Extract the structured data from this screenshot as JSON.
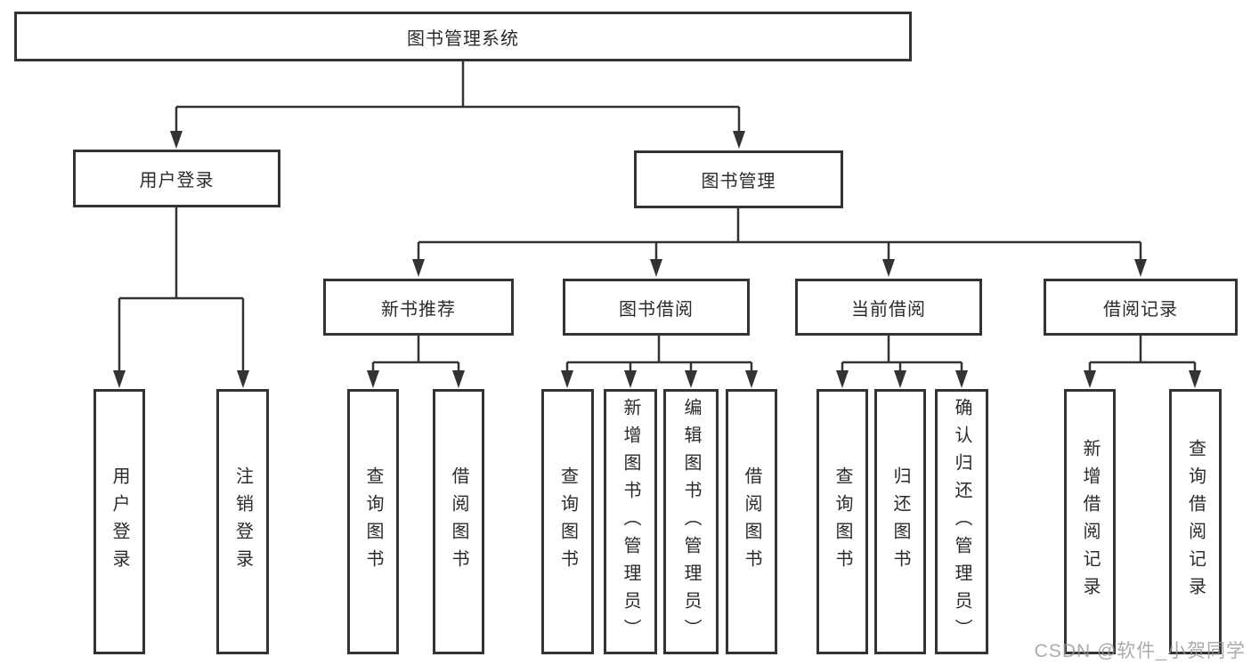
{
  "root": {
    "label": "图书管理系统"
  },
  "branches": [
    {
      "label": "用户登录",
      "children": [
        "用户登录",
        "注销登录"
      ]
    },
    {
      "label": "图书管理"
    }
  ],
  "modules": [
    {
      "label": "新书推荐",
      "children": [
        "查询图书",
        "借阅图书"
      ]
    },
    {
      "label": "图书借阅",
      "children": [
        "查询图书",
        "新增图书（管理员）",
        "编辑图书（管理员）",
        "借阅图书"
      ]
    },
    {
      "label": "当前借阅",
      "children": [
        "查询图书",
        "归还图书",
        "确认归还（管理员）"
      ]
    },
    {
      "label": "借阅记录",
      "children": [
        "新增借阅记录",
        "查询借阅记录"
      ]
    }
  ],
  "watermark": "CSDN @软件_小贺同学",
  "colors": {
    "line": "#333333",
    "box_border": "#333333",
    "box_fill": "#ffffff",
    "text": "#2b2b2b",
    "watermark": "#a9a9a9",
    "background": "#ffffff"
  }
}
